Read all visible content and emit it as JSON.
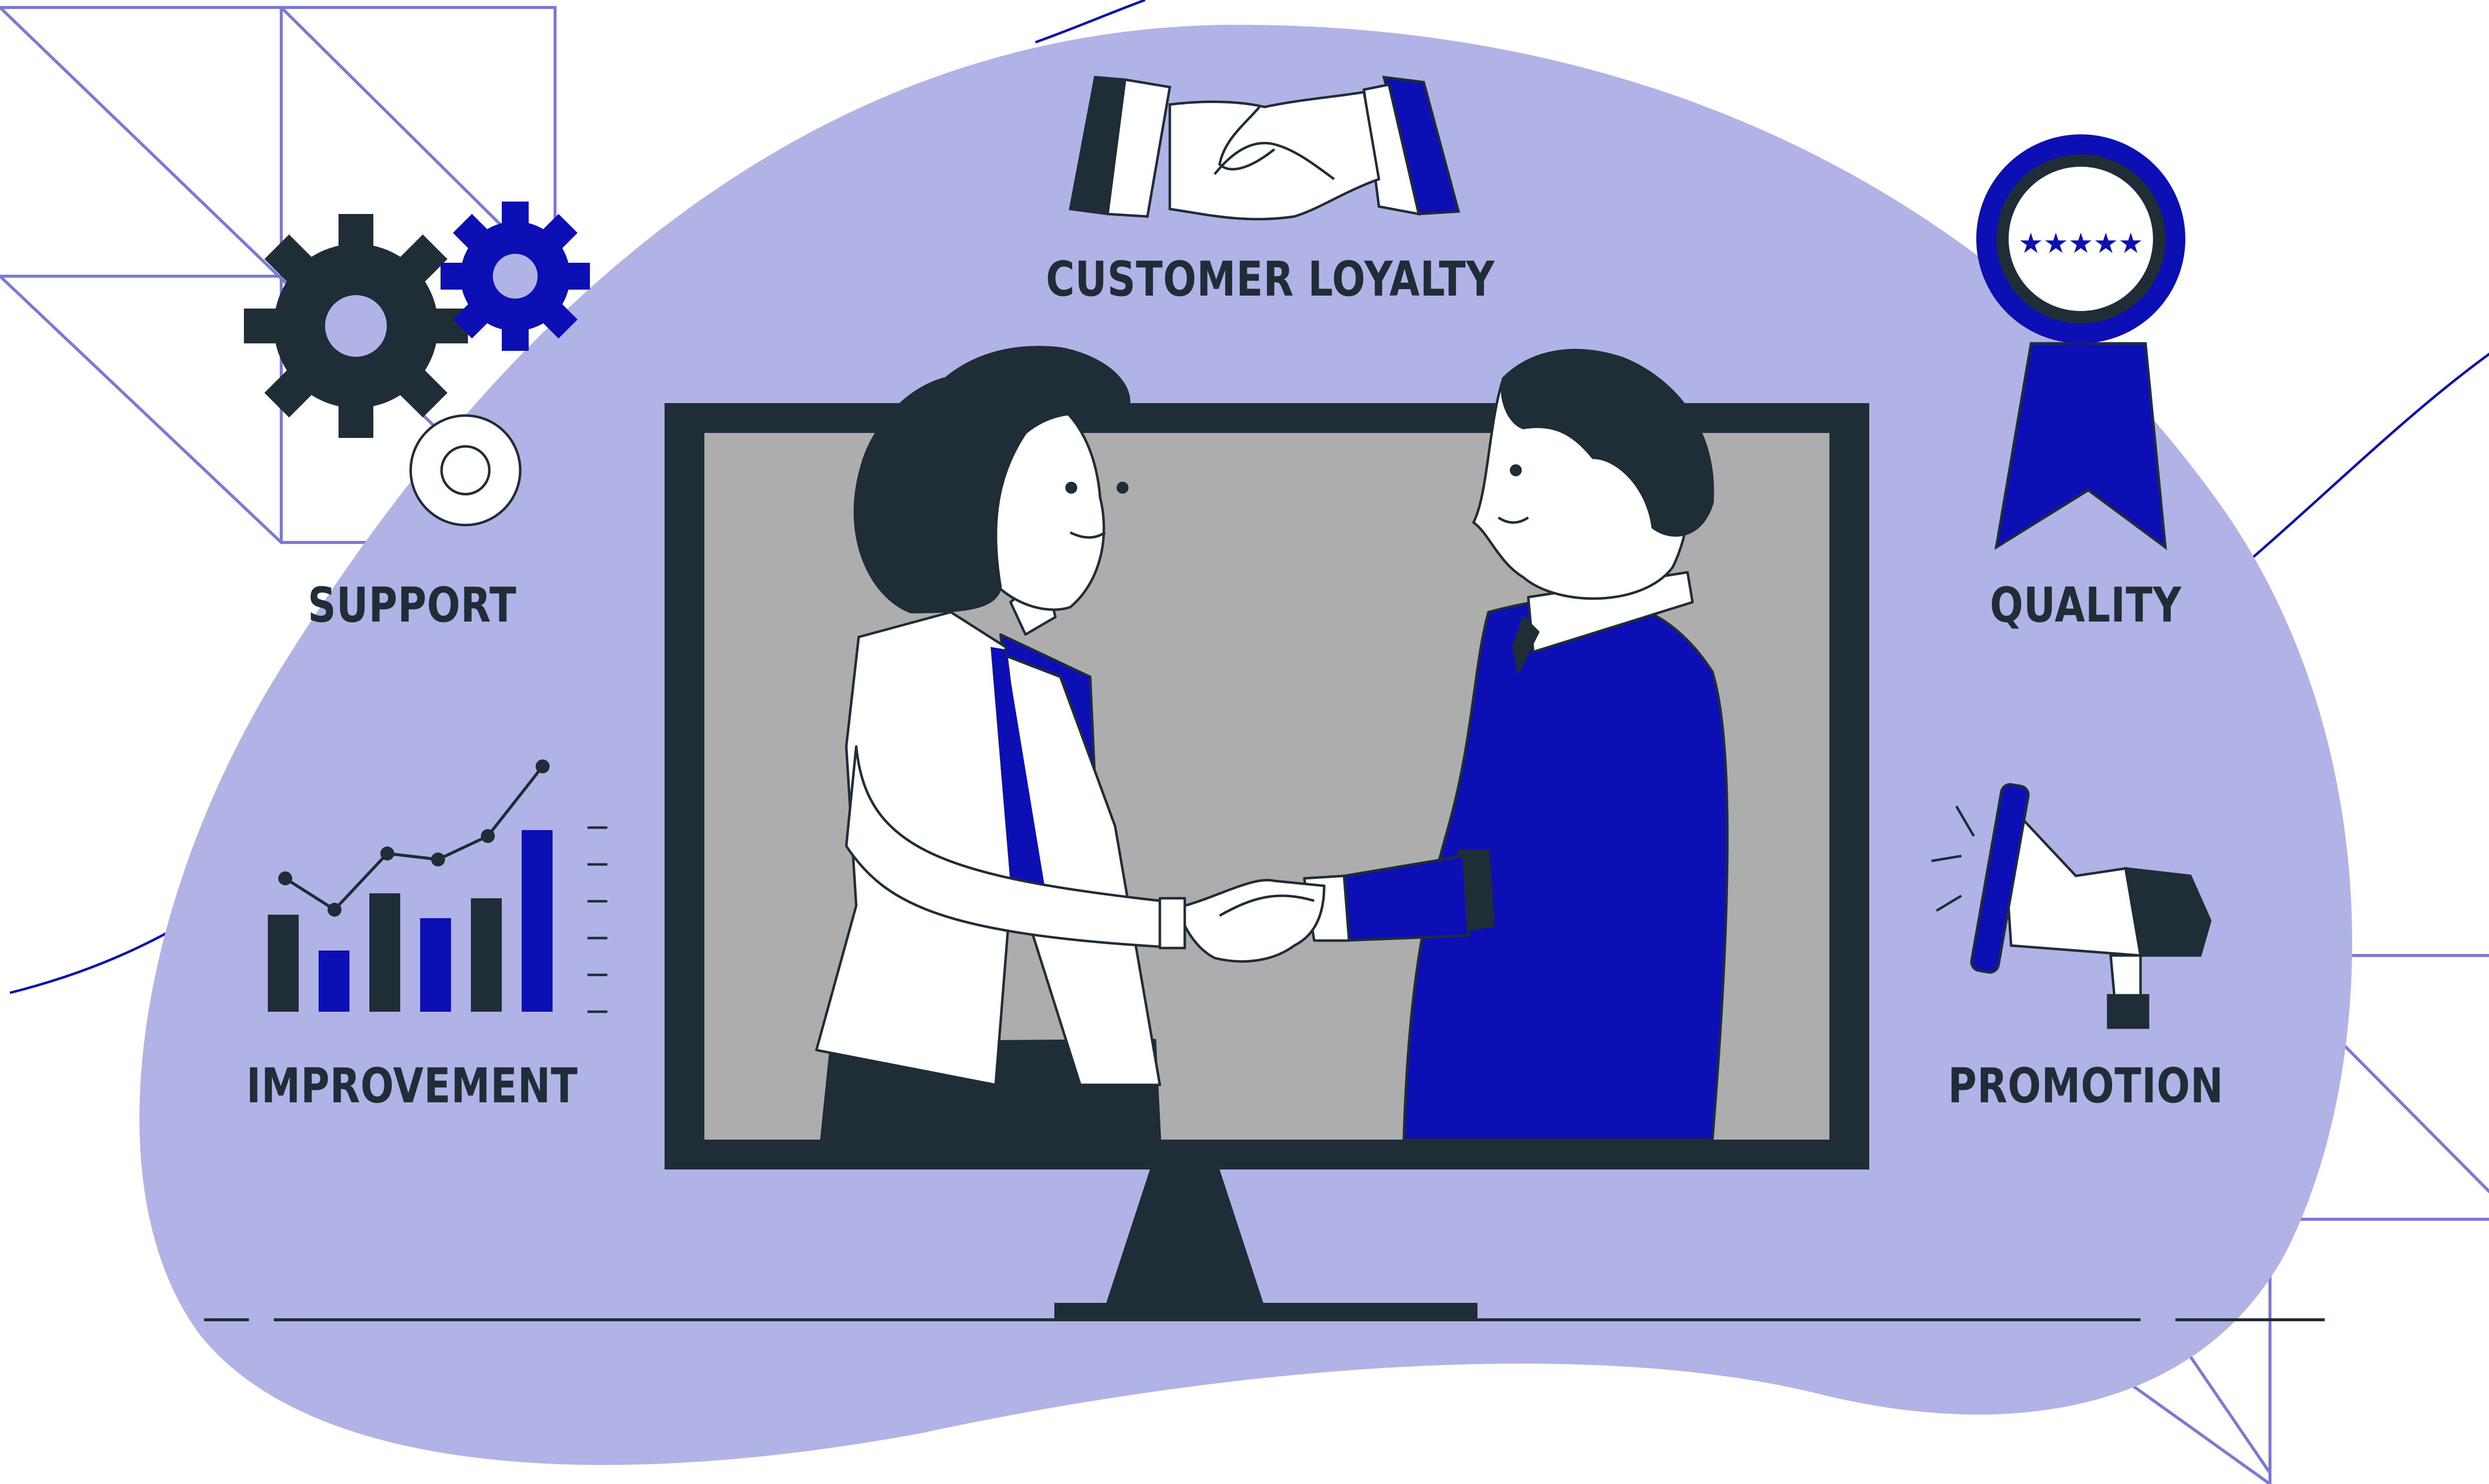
{
  "labels": {
    "customer_loyalty": "CUSTOMER LOYALTY",
    "support": "SUPPORT",
    "quality": "QUALITY",
    "improvement": "IMPROVEMENT",
    "promotion": "PROMOTION"
  },
  "badge": {
    "stars": "★★★★★"
  },
  "colors": {
    "blob": "#b1b2e6",
    "dark": "#1e2d36",
    "blue": "#0b0fb4",
    "grey_screen": "#adadad",
    "white": "#ffffff",
    "line": "#7a7ad6",
    "label_text": "#1e2d36"
  },
  "icons": [
    "handshake-icon",
    "gears-icon",
    "ribbon-badge-icon",
    "bar-chart-icon",
    "megaphone-icon",
    "monitor-icon"
  ]
}
